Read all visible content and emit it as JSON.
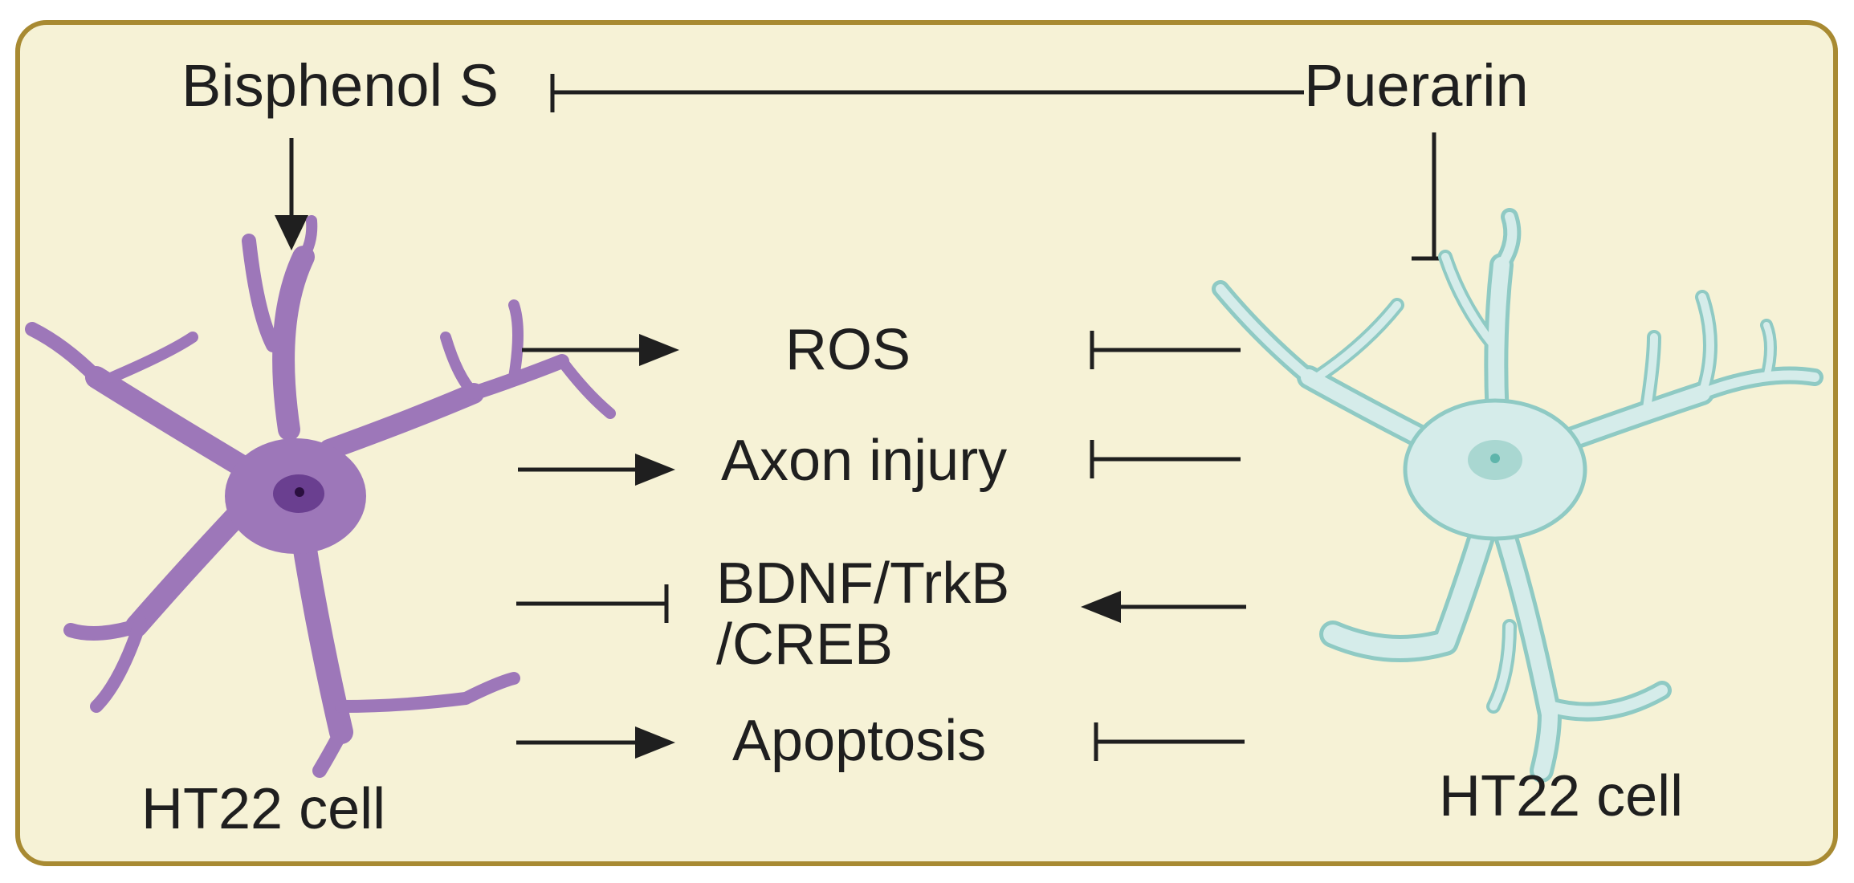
{
  "colors": {
    "panel_fill": "#f6f2d6",
    "panel_border": "#a88a32",
    "arrow": "#1f1f1f",
    "neuron_left_fill": "#9d77b9",
    "neuron_left_nucleus": "#6a3f90",
    "neuron_left_nucleolus": "#2a0f3f",
    "neuron_right_fill": "#d5ecea",
    "neuron_right_stroke": "#8fcac4",
    "neuron_right_nucleus": "#a9d7d1",
    "neuron_right_nucleolus": "#5fb5ab"
  },
  "compounds": {
    "left": "Bisphenol S",
    "right": "Puerarin"
  },
  "cells": {
    "left": "HT22 cell",
    "right": "HT22 cell"
  },
  "outcomes": [
    {
      "label": "ROS",
      "from_left": "activates",
      "from_right": "inhibits"
    },
    {
      "label": "Axon injury",
      "from_left": "activates",
      "from_right": "inhibits"
    },
    {
      "label_lines": [
        "BDNF/TrkB",
        "/CREB"
      ],
      "from_left": "inhibits",
      "from_right": "activates"
    },
    {
      "label": "Apoptosis",
      "from_left": "activates",
      "from_right": "inhibits"
    }
  ],
  "relations": [
    {
      "from": "Puerarin",
      "to": "Bisphenol S",
      "type": "inhibits"
    },
    {
      "from": "Bisphenol S",
      "to": "HT22 cell (left)",
      "type": "activates"
    },
    {
      "from": "Puerarin",
      "to": "HT22 cell (right)",
      "type": "inhibits"
    }
  ]
}
